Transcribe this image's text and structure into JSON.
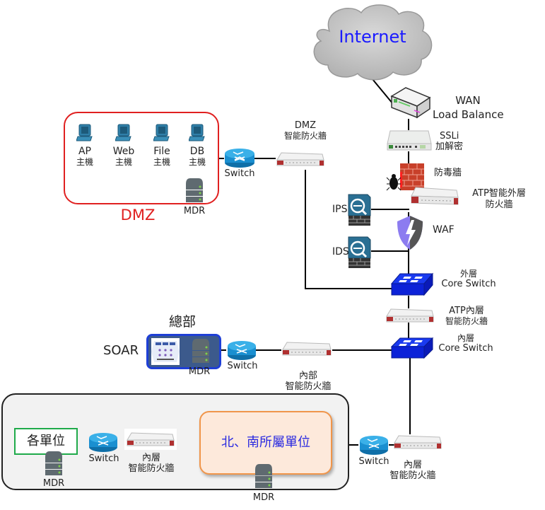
{
  "internet": {
    "label": "Internet",
    "color": "#1a1aff"
  },
  "wan_lb": {
    "line1": "WAN",
    "line2": "Load Balance"
  },
  "ssli": {
    "line1": "SSLi",
    "line2": "加解密"
  },
  "antivirus": {
    "label": "防毒牆"
  },
  "atp_outer_fw": {
    "line1": "ATP智能外層",
    "line2": "防火牆"
  },
  "ips": {
    "label": "IPS"
  },
  "ids": {
    "label": "IDS"
  },
  "waf": {
    "label": "WAF"
  },
  "outer_core_switch": {
    "line1": "外層",
    "line2": "Core Switch"
  },
  "atp_inner_fw": {
    "line1": "ATP內層",
    "line2": "智能防火牆"
  },
  "inner_core_switch": {
    "line1": "內層",
    "line2": "Core Switch"
  },
  "dmz_fw": {
    "line1": "DMZ",
    "line2": "智能防火牆"
  },
  "dmz_zone": {
    "title": "DMZ",
    "border_color": "#e02020",
    "hosts": [
      {
        "line1": "AP",
        "line2": "主機"
      },
      {
        "line1": "Web",
        "line2": "主機"
      },
      {
        "line1": "File",
        "line2": "主機"
      },
      {
        "line1": "DB",
        "line2": "主機"
      }
    ],
    "mdr_label": "MDR",
    "switch_label": "Switch"
  },
  "hq": {
    "title": "總部",
    "soar_label": "SOAR",
    "mdr_label": "MDR",
    "switch_label": "Switch",
    "border_color": "#1e3fd6"
  },
  "internal_fw": {
    "line1": "內部",
    "line2": "智能防火牆"
  },
  "branch_zone": {
    "units_label": "各單位",
    "units_mdr_label": "MDR",
    "switch_label": "Switch",
    "inner_fw": {
      "line1": "內層",
      "line2": "智能防火牆"
    },
    "north_south_label": "北、南所屬單位",
    "north_south_color": "#2a2ae0",
    "north_south_mdr_label": "MDR"
  },
  "branch_uplink": {
    "switch_label": "Switch",
    "inner_fw": {
      "line1": "內層",
      "line2": "智能防火牆"
    }
  }
}
